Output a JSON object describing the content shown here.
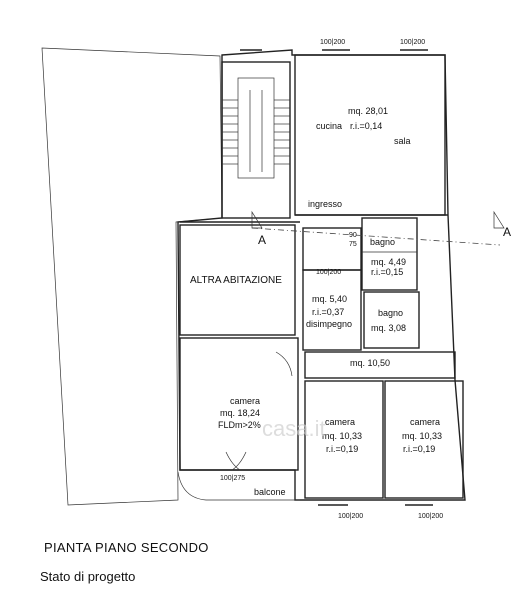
{
  "title": "PIANTA PIANO SECONDO",
  "subtitle": "Stato di progetto",
  "watermark": "casa.it",
  "section_marker": "A",
  "dims": {
    "top_left_window": "100|200",
    "top_right_window": "100|200",
    "small_window": "100|200",
    "bagno_door": "90",
    "bagno_door_b": "75",
    "camera_door": "100|275",
    "bottom_window_1": "100|200",
    "bottom_window_2": "100|200"
  },
  "rooms": {
    "sala_area": "mq. 28,01",
    "cucina": "cucina",
    "sala_ri": "r.i.=0,14",
    "sala": "sala",
    "ingresso": "ingresso",
    "bagno1": "bagno",
    "bagno1_area": "mq. 4,49",
    "bagno1_ri": "r.i.=0,15",
    "altra": "ALTRA ABITAZIONE",
    "dis_area": "mq. 5,40",
    "dis_ri": "r.i.=0,37",
    "disimpegno": "disimpegno",
    "bagno2": "bagno",
    "bagno2_area": "mq. 3,08",
    "corridor_area": "mq. 10,50",
    "camera1": "camera",
    "camera1_area": "mq. 18,24",
    "camera1_note": "FLDm>2%",
    "camera2": "camera",
    "camera2_area": "mq. 10,33",
    "camera2_ri": "r.i.=0,19",
    "camera3": "camera",
    "camera3_area": "mq. 10,33",
    "camera3_ri": "r.i.=0,19",
    "balcone": "balcone"
  }
}
